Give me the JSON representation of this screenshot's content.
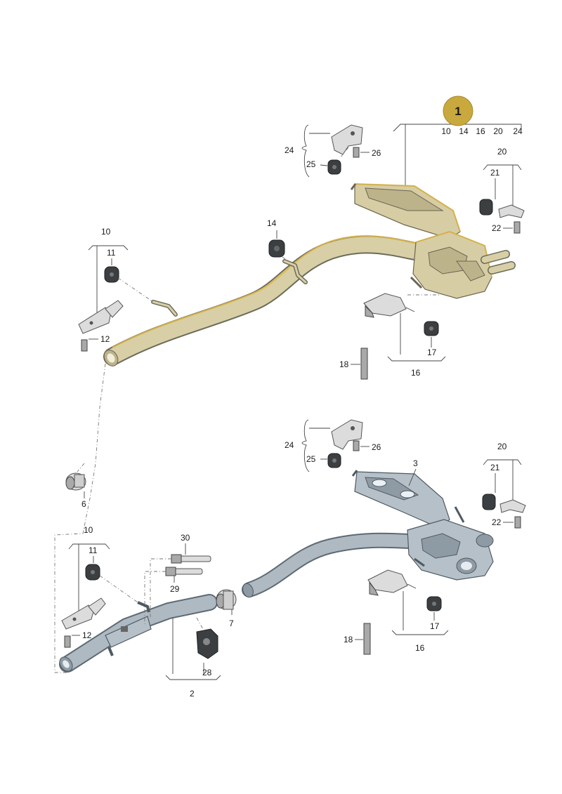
{
  "badge": {
    "number": "1",
    "color": "#c9a83e"
  },
  "badge_refs": [
    "10",
    "14",
    "16",
    "20",
    "24"
  ],
  "labels": {
    "upper": {
      "l10": "10",
      "l11": "11",
      "l12": "12",
      "l14": "14",
      "l16": "16",
      "l17": "17",
      "l18": "18",
      "l20": "20",
      "l21": "21",
      "l22": "22",
      "l24": "24",
      "l25": "25",
      "l26": "26"
    },
    "lower": {
      "l2": "2",
      "l3": "3",
      "l6": "6",
      "l7": "7",
      "l10": "10",
      "l11": "11",
      "l12": "12",
      "l16": "16",
      "l17": "17",
      "l18": "18",
      "l20": "20",
      "l21": "21",
      "l22": "22",
      "l24": "24",
      "l25": "25",
      "l26": "26",
      "l28": "28",
      "l29": "29",
      "l30": "30"
    }
  },
  "colors": {
    "highlight": "#d6cda4",
    "part_blue": "#b5c0c8"
  }
}
